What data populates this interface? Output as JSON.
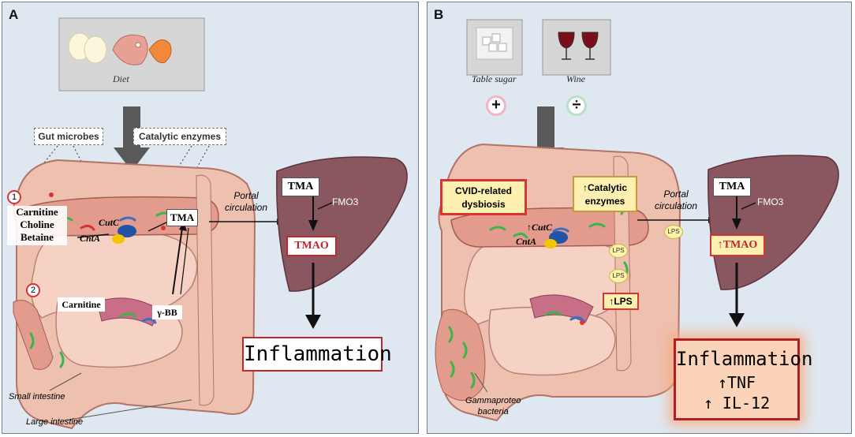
{
  "panel_a": {
    "letter": "A",
    "diet_label": "Diet",
    "gut_microbes": "Gut microbes",
    "catalytic_enzymes": "Catalytic enzymes",
    "step1": "1",
    "step2": "2",
    "substrates": [
      "Carnitine",
      "Choline",
      "Betaine"
    ],
    "cutc": "CutC",
    "cnta": "CntA",
    "tma_gut": "TMA",
    "carnitine2": "Carnitine",
    "gbb": "γ-BB",
    "portal_line1": "Portal",
    "portal_line2": "circulation",
    "liver_tma": "TMA",
    "fmo3": "FMO3",
    "tmao": "TMAO",
    "inflammation": "Inflammation",
    "small_intestine": "Small intestine",
    "large_intestine": "Large intestine"
  },
  "panel_b": {
    "letter": "B",
    "table_sugar": "Table sugar",
    "wine": "Wine",
    "plus_sign": "+",
    "minus_sign": "÷",
    "dysbiosis_line1": "CVID-related",
    "dysbiosis_line2": "dysbiosis",
    "cat_line1": "↑Catalytic",
    "cat_line2": "enzymes",
    "cutc": "↑CutC",
    "cnta": "CntA",
    "portal_line1": "Portal",
    "portal_line2": "circulation",
    "lps_small": [
      "LPS",
      "LPS",
      "LPS"
    ],
    "lps_up": "↑LPS",
    "liver_tma": "TMA",
    "fmo3": "FMO3",
    "tmao": "↑TMAO",
    "inflammation": "Inflammation",
    "tnf": "↑TNF",
    "il12": "↑ IL-12",
    "gamma_line1": "Gammaproteo",
    "gamma_line2": "bacteria"
  },
  "colors": {
    "panel_bg": "#dfe7f1",
    "intestine": "#e9b7a4",
    "liver": "#8a5660",
    "alert_red": "#d93434",
    "highlight_yellow": "#fdf0b0"
  }
}
